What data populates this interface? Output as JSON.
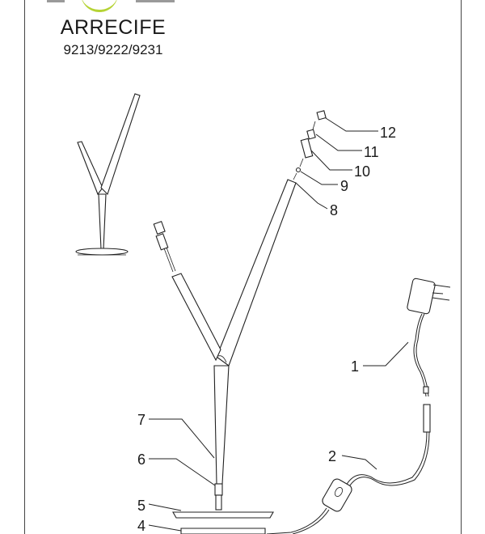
{
  "title": "ARRECIFE",
  "model_codes": "9213/9222/9231",
  "brand_accent": "#b5d334",
  "callouts": [
    "1",
    "2",
    "4",
    "5",
    "6",
    "7",
    "8",
    "9",
    "10",
    "11",
    "12"
  ]
}
